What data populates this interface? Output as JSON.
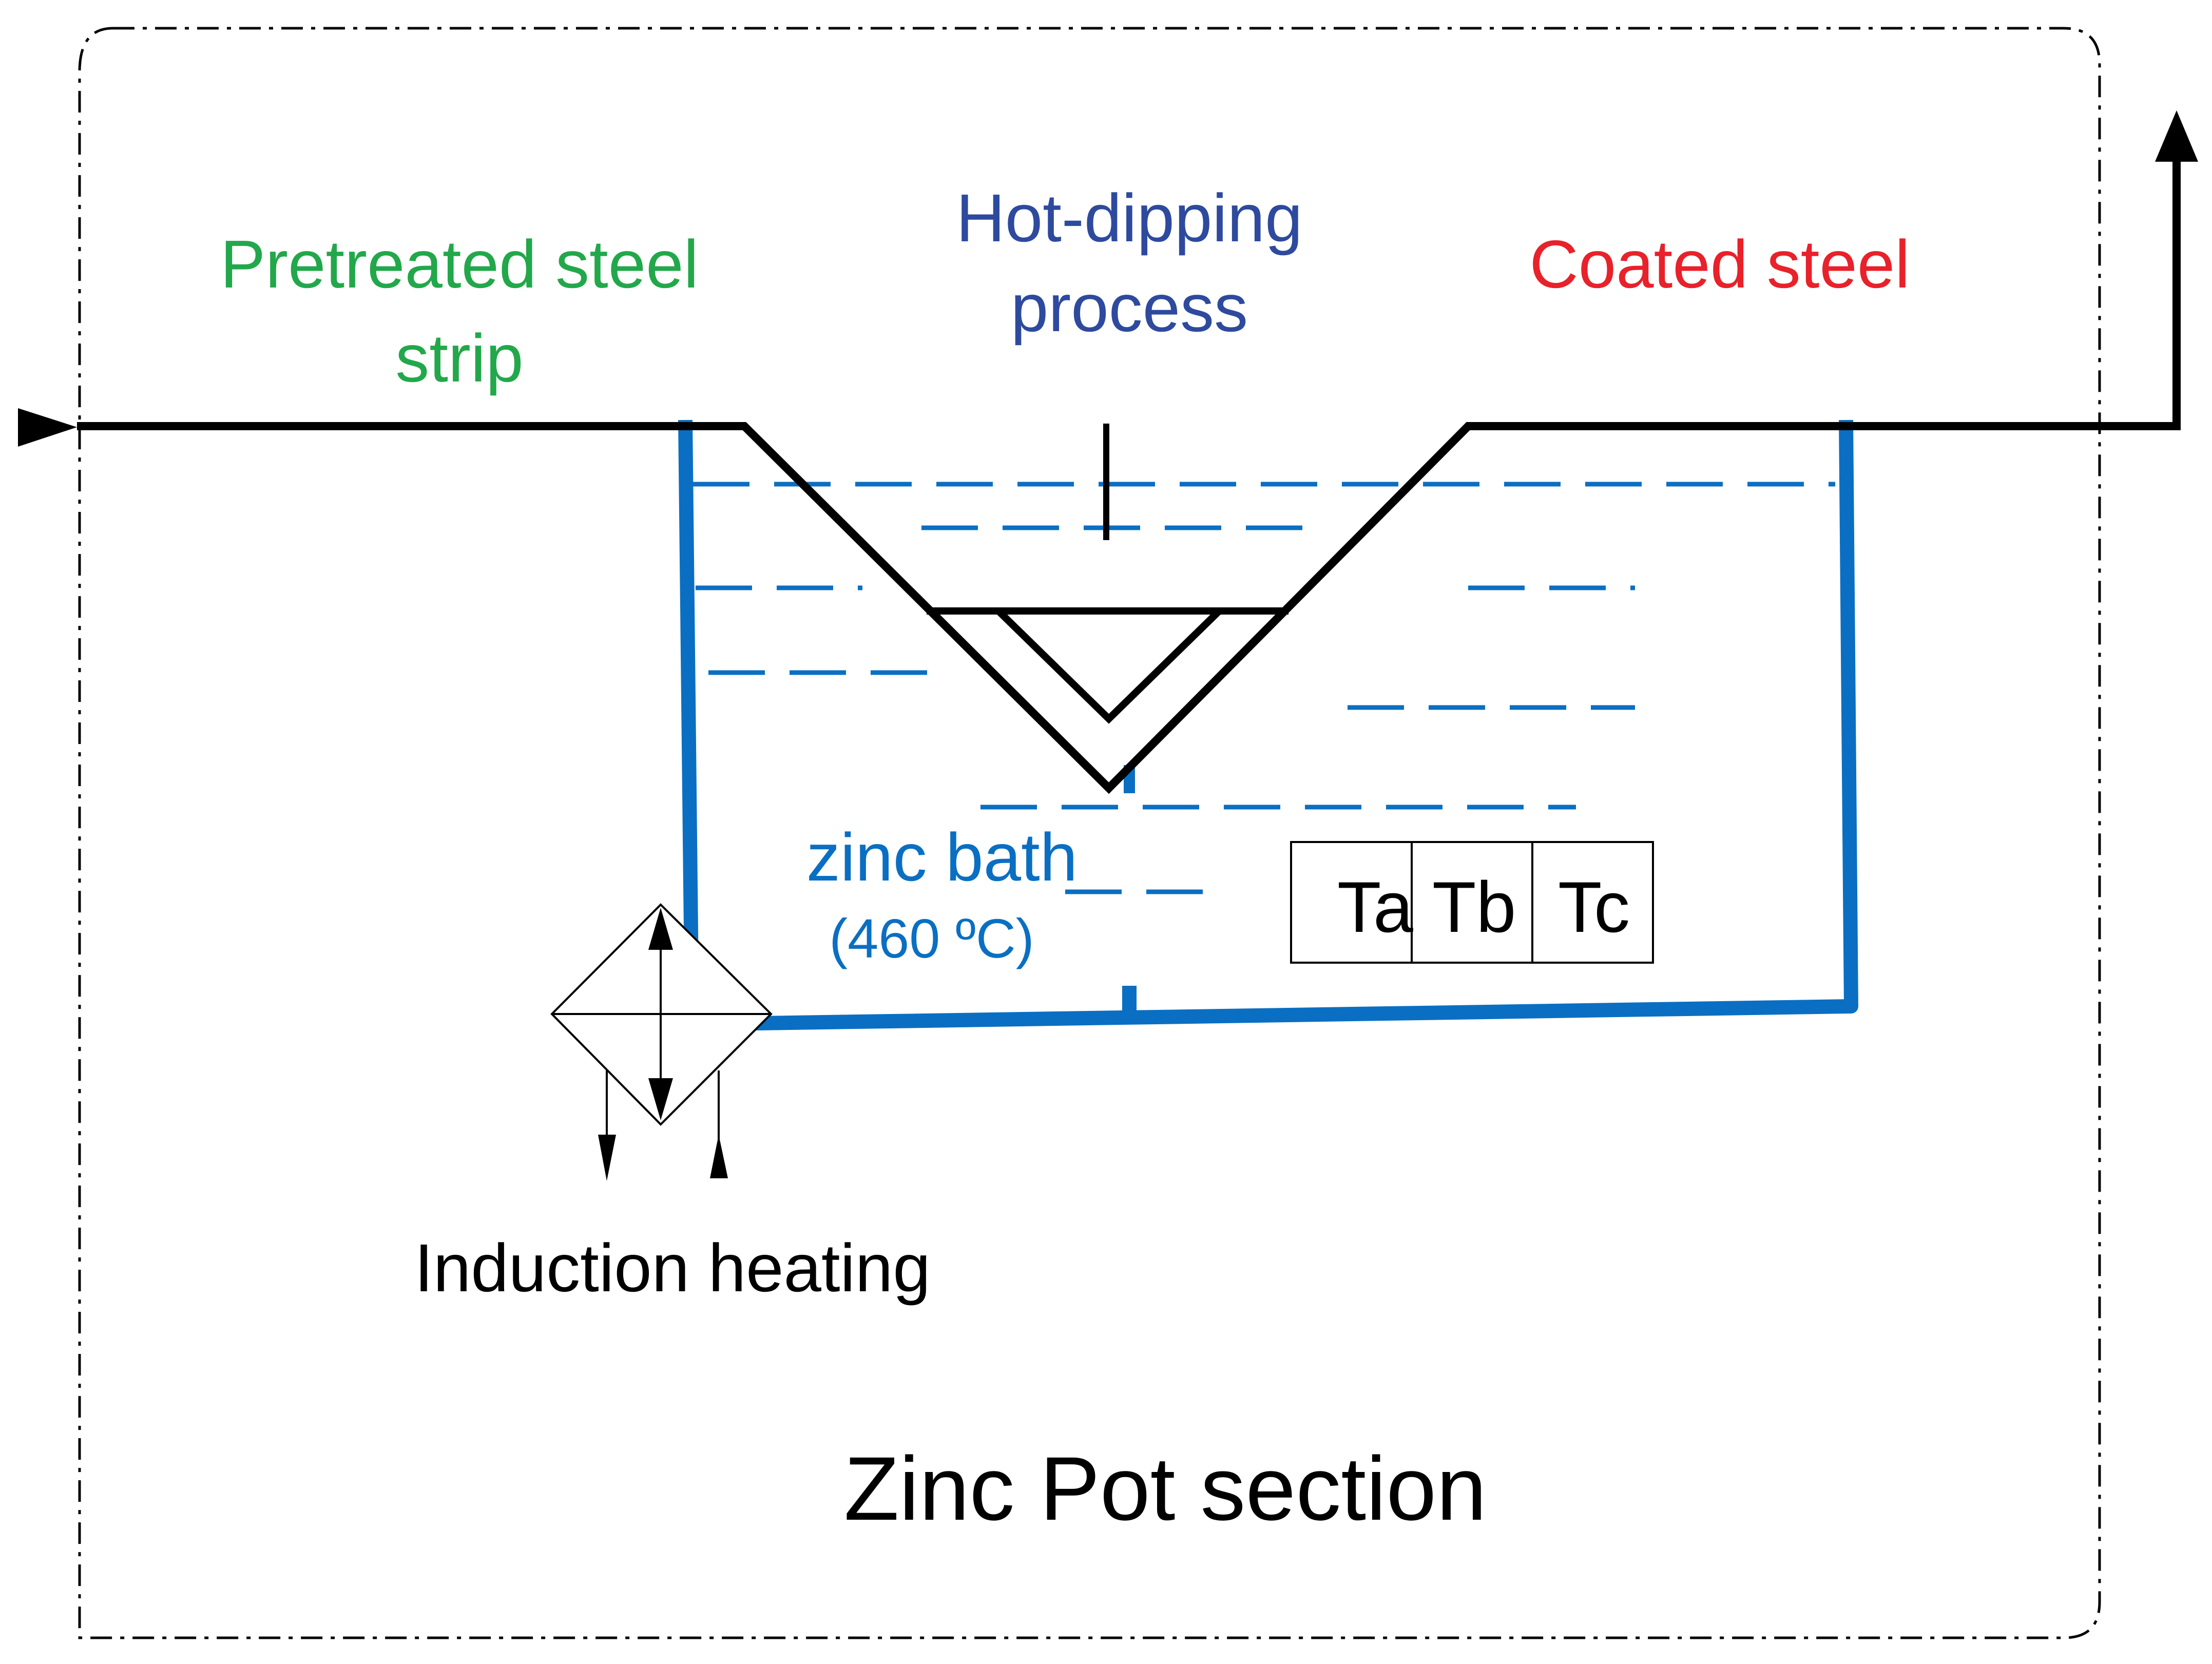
{
  "labels": {
    "pretreated_line1": "Pretreated steel",
    "pretreated_line2": "strip",
    "hotdip_line1": "Hot-dipping",
    "hotdip_line2": "process",
    "coated": "Coated steel",
    "bath_name": "zinc bath",
    "bath_temp": "(460 ºC)",
    "induction": "Induction heating",
    "section": "Zinc Pot section"
  },
  "sensors": [
    "Ta",
    "Tb",
    "Tc"
  ],
  "colors": {
    "pretreated": "#22a84a",
    "hotdip": "#2e4a9e",
    "coated": "#e8212a",
    "bath": "#0a6fc2",
    "strip": "#000000",
    "frame": "#000000"
  }
}
